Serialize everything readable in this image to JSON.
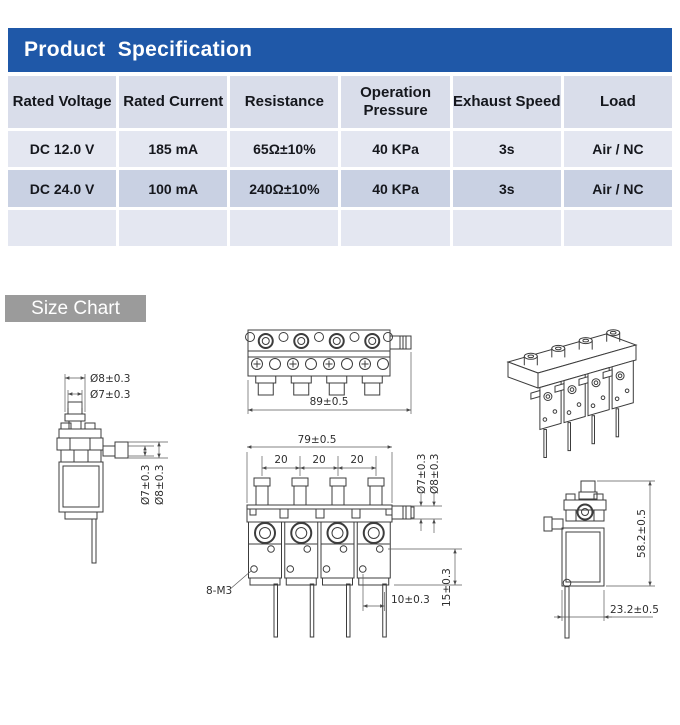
{
  "header": {
    "title": "Product  Specification"
  },
  "spec_table": {
    "columns": [
      "Rated Voltage",
      "Rated Current",
      "Resistance",
      "Operation Pressure",
      "Exhaust Speed",
      "Load"
    ],
    "rows": [
      [
        "DC 12.0 V",
        "185 mA",
        "65Ω±10%",
        "40 KPa",
        "3s",
        "Air / NC"
      ],
      [
        "DC 24.0 V",
        "100 mA",
        "240Ω±10%",
        "40 KPa",
        "3s",
        "Air / NC"
      ],
      [
        "",
        "",
        "",
        "",
        "",
        ""
      ]
    ]
  },
  "size_chart": {
    "label": "Size Chart"
  },
  "drawings": {
    "left_view": {
      "dim_top_outer": "Ø8±0.3",
      "dim_top_inner": "Ø7±0.3",
      "dim_side_inner": "Ø7±0.3",
      "dim_side_outer": "Ø8±0.3"
    },
    "top_view": {
      "dim_width": "89±0.5"
    },
    "front_view": {
      "dim_width": "79±0.5",
      "pitches": [
        "20",
        "20",
        "20"
      ],
      "dim_port_inner": "Ø7±0.3",
      "dim_port_outer": "Ø8±0.3",
      "dim_thread": "8-M3",
      "dim_pin_offset": "10±0.3",
      "dim_hole_offset": "15±0.3"
    },
    "side_view": {
      "dim_height": "58.2±0.5",
      "dim_depth": "23.2±0.5"
    }
  },
  "colors": {
    "header_blue": "#1f58a8",
    "table_head_bg": "#d9ddea",
    "row_light_bg": "#e4e7f1",
    "row_dark_bg": "#c9d1e3",
    "badge_gray": "#9b9b9b",
    "line_color": "#3c3c3c"
  }
}
